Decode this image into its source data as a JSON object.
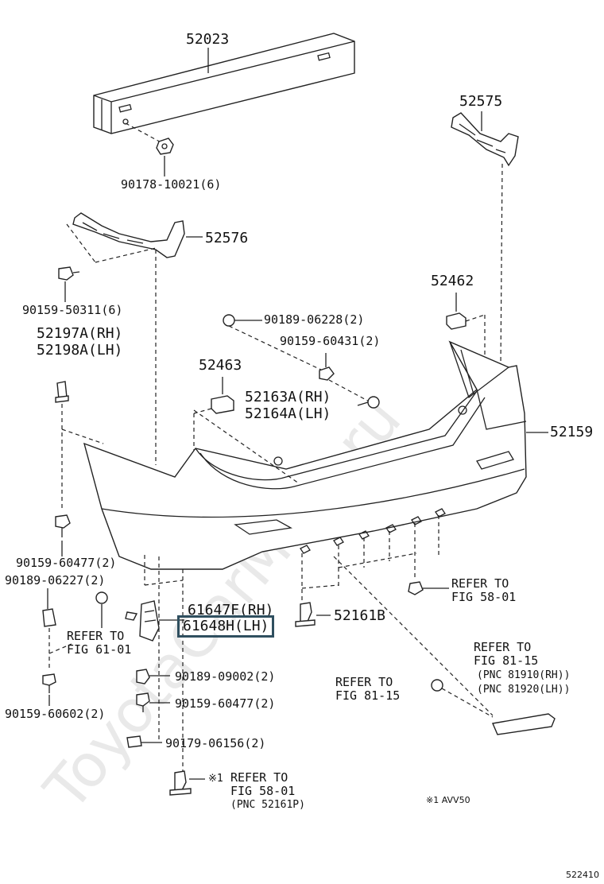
{
  "watermark": "ToyotaCarMine.ru",
  "footer_code": "522410",
  "labels": {
    "p52023": "52023",
    "p90178": "90178-10021(6)",
    "p52575": "52575",
    "p52576": "52576",
    "p90159_50311": "90159-50311(6)",
    "p52197_rh": "52197A(RH)",
    "p52198_lh": "52198A(LH)",
    "p52462": "52462",
    "p90189_06228": "90189-06228(2)",
    "p90159_60431": "90159-60431(2)",
    "p52463": "52463",
    "p52163_rh": "52163A(RH)",
    "p52164_lh": "52164A(LH)",
    "p52159": "52159",
    "p90159_60477_a": "90159-60477(2)",
    "p90189_06227": "90189-06227(2)",
    "p61647_rh": "61647F(RH)",
    "p61648_lh": "61648H(LH)",
    "p52161b": "52161B",
    "ref58_a": "REFER TO",
    "ref58_a2": "FIG 58-01",
    "ref61": "REFER TO",
    "ref61_2": "FIG 61-01",
    "ref81_a": "REFER TO",
    "ref81_a2": "FIG 81-15",
    "pnc81910": "(PNC 81910(RH))",
    "pnc81920": "(PNC 81920(LH))",
    "ref81_b": "REFER TO",
    "ref81_b2": "FIG 81-15",
    "p90189_09002": "90189-09002(2)",
    "p90159_60477_b": "90159-60477(2)",
    "p90159_60602": "90159-60602(2)",
    "p90179_06156": "90179-06156(2)",
    "note_mark": "※1",
    "ref58_b": "REFER TO",
    "ref58_b2": "FIG 58-01",
    "pnc52161p": "(PNC 52161P)",
    "note_text": "※1 AVV50"
  }
}
